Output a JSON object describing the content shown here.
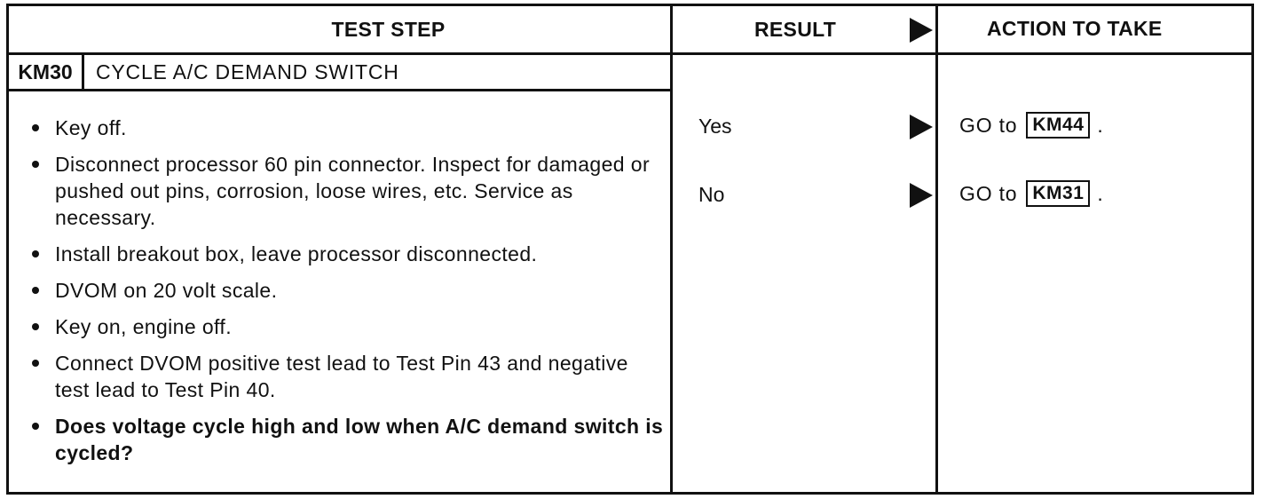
{
  "header": {
    "test_step": "TEST STEP",
    "result": "RESULT",
    "action": "ACTION TO TAKE"
  },
  "step": {
    "id": "KM30",
    "title": "CYCLE A/C DEMAND SWITCH"
  },
  "bullets": [
    "Key off.",
    "Disconnect processor 60 pin connector. Inspect for damaged or pushed out pins, corrosion, loose wires, etc. Service as necessary.",
    "Install breakout box, leave processor disconnected.",
    "DVOM on 20 volt scale.",
    "Key on, engine off.",
    "Connect DVOM positive test lead to Test Pin 43 and negative test lead to Test Pin 40.",
    "Does voltage cycle high and low when A/C demand switch is cycled?"
  ],
  "results": [
    {
      "label": "Yes",
      "action_prefix": "GO to",
      "action_step": "KM44",
      "action_suffix": "."
    },
    {
      "label": "No",
      "action_prefix": "GO to",
      "action_step": "KM31",
      "action_suffix": "."
    }
  ]
}
